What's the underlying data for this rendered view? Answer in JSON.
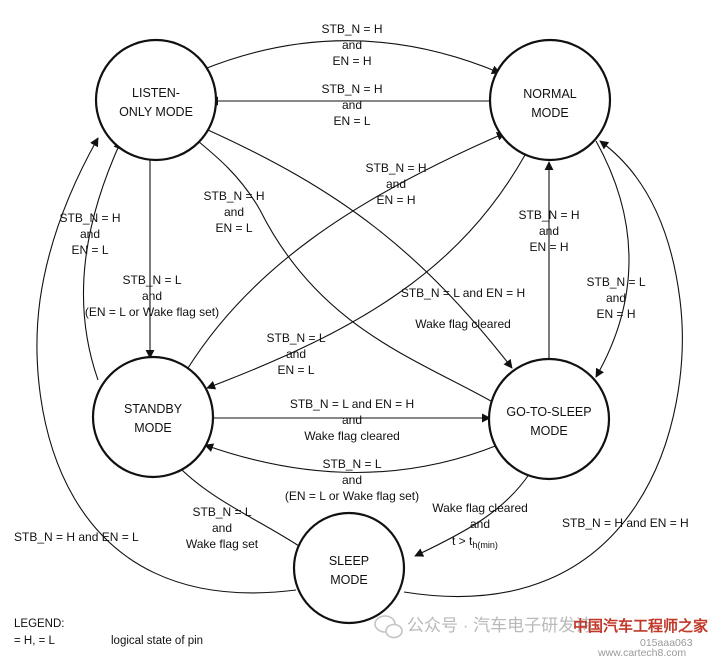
{
  "nodes": {
    "listen_only": [
      "LISTEN-",
      "ONLY MODE"
    ],
    "normal": [
      "NORMAL",
      "MODE"
    ],
    "standby": [
      "STANDBY",
      "MODE"
    ],
    "go_to_sleep": [
      "GO-TO-SLEEP",
      "MODE"
    ],
    "sleep": [
      "SLEEP",
      "MODE"
    ]
  },
  "edges": {
    "listen_to_normal": [
      "STB_N = H",
      "and",
      "EN = H"
    ],
    "normal_to_listen": [
      "STB_N = H",
      "and",
      "EN = L"
    ],
    "standby_to_normal": [
      "STB_N = H",
      "and",
      "EN = H"
    ],
    "gts_to_listen": [
      "STB_N = H",
      "and",
      "EN = L"
    ],
    "standby_to_listen": [
      "STB_N = H",
      "and",
      "EN = L"
    ],
    "listen_to_standby": [
      "STB_N = L",
      "and",
      "(EN = L or Wake flag set)"
    ],
    "listen_to_gts": [
      "STB_N = L and EN = H",
      "Wake flag cleared"
    ],
    "gts_to_normal": [
      "STB_N = H",
      "and",
      "EN = H"
    ],
    "normal_to_gts": [
      "STB_N = L",
      "and",
      "EN = H"
    ],
    "normal_to_standby": [
      "STB_N = L",
      "and",
      "EN = L"
    ],
    "standby_to_gts": [
      "STB_N = L and EN = H",
      "and",
      "Wake flag cleared"
    ],
    "gts_to_standby": [
      "STB_N = L",
      "and",
      "(EN = L or Wake flag set)"
    ],
    "sleep_to_standby": [
      "STB_N = L",
      "and",
      "Wake flag set"
    ],
    "gts_to_sleep": [
      "Wake flag cleared",
      "and",
      "t > t",
      "h(min)"
    ],
    "sleep_to_listen": "STB_N = H and EN = L",
    "sleep_to_normal": "STB_N = H and EN = H"
  },
  "legend": {
    "title": "LEGEND:",
    "symbols": "= H, = L",
    "description": "logical state of pin"
  },
  "figure_code": "015aaa063",
  "watermark": {
    "text": "公众号 · 汽车电子研发诗",
    "brand": "中国汽车工程师之家",
    "url": "www.cartech8.com"
  }
}
